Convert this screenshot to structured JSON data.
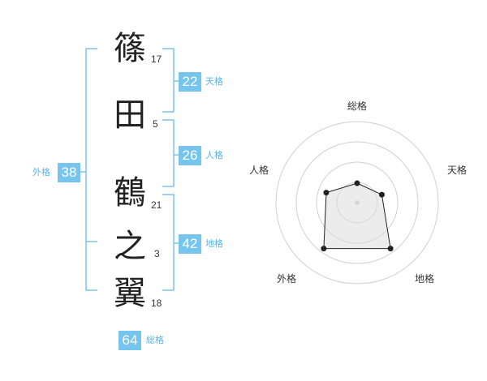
{
  "name": {
    "characters": [
      {
        "char": "篠",
        "strokes": "17"
      },
      {
        "char": "田",
        "strokes": "5"
      },
      {
        "char": "鶴",
        "strokes": "21"
      },
      {
        "char": "之",
        "strokes": "3"
      },
      {
        "char": "翼",
        "strokes": "18"
      }
    ]
  },
  "fortune": {
    "tenkaku": {
      "value": "22",
      "label": "天格"
    },
    "jinkaku": {
      "value": "26",
      "label": "人格"
    },
    "chikaku": {
      "value": "42",
      "label": "地格"
    },
    "gaikaku": {
      "value": "38",
      "label": "外格"
    },
    "soukaku": {
      "value": "64",
      "label": "総格"
    }
  },
  "colors": {
    "accent": "#75c5ee",
    "label": "#5ab3e6",
    "bracket": "#7fc4ec"
  },
  "chart_data": {
    "type": "radar",
    "axes": [
      "総格",
      "天格",
      "地格",
      "外格",
      "人格"
    ],
    "values": [
      0.24,
      0.32,
      0.7,
      0.7,
      0.4
    ],
    "rings": 4,
    "grid": true
  }
}
